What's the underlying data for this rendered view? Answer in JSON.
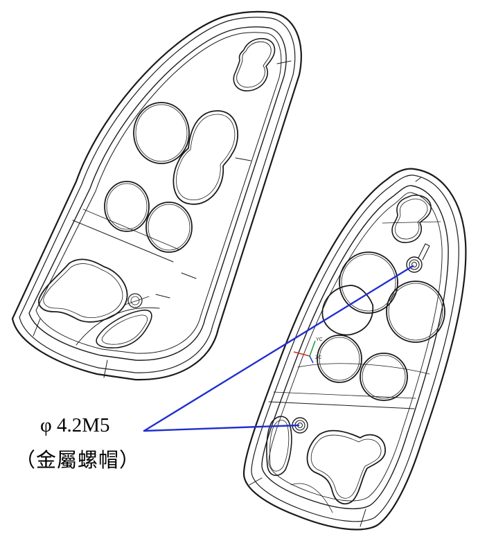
{
  "callout": {
    "line1": "φ 4.2M5",
    "line2": "（金屬螺帽）"
  },
  "axis_triad": {
    "yc_label": "YC",
    "zc_label": "ZC"
  },
  "colors": {
    "outline": "#1a1a1a",
    "leader": "#1f2fd0",
    "axis_x": "#d03020",
    "axis_y": "#20a040",
    "axis_z": "#2040d0"
  }
}
